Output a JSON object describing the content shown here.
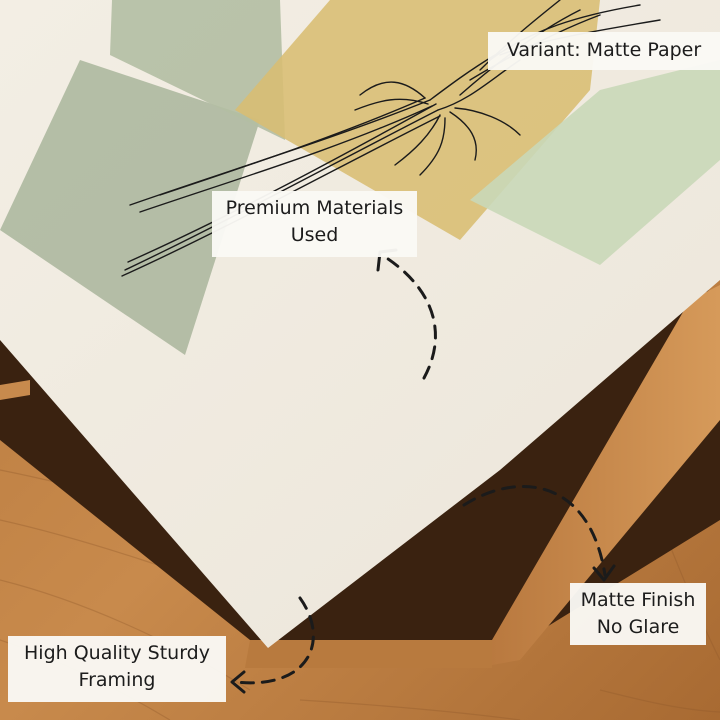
{
  "callouts": {
    "variant": {
      "text": "Variant: Matte Paper"
    },
    "premium": {
      "line1": "Premium Materials",
      "line2": "Used"
    },
    "matte": {
      "line1": "Matte Finish",
      "line2": "No Glare"
    },
    "framing": {
      "line1": "High Quality Sturdy",
      "line2": "Framing"
    }
  },
  "colors": {
    "wood_floor": "#b97a3e",
    "frame_wood": "#c98a4b",
    "paper": "#f1ece1",
    "sage_green": "#aab79c",
    "mustard": "#d8bd72",
    "mint": "#c9d8b8",
    "ink": "#1b1b1b"
  },
  "icons": [
    "dashed-curved-arrow-icon"
  ]
}
